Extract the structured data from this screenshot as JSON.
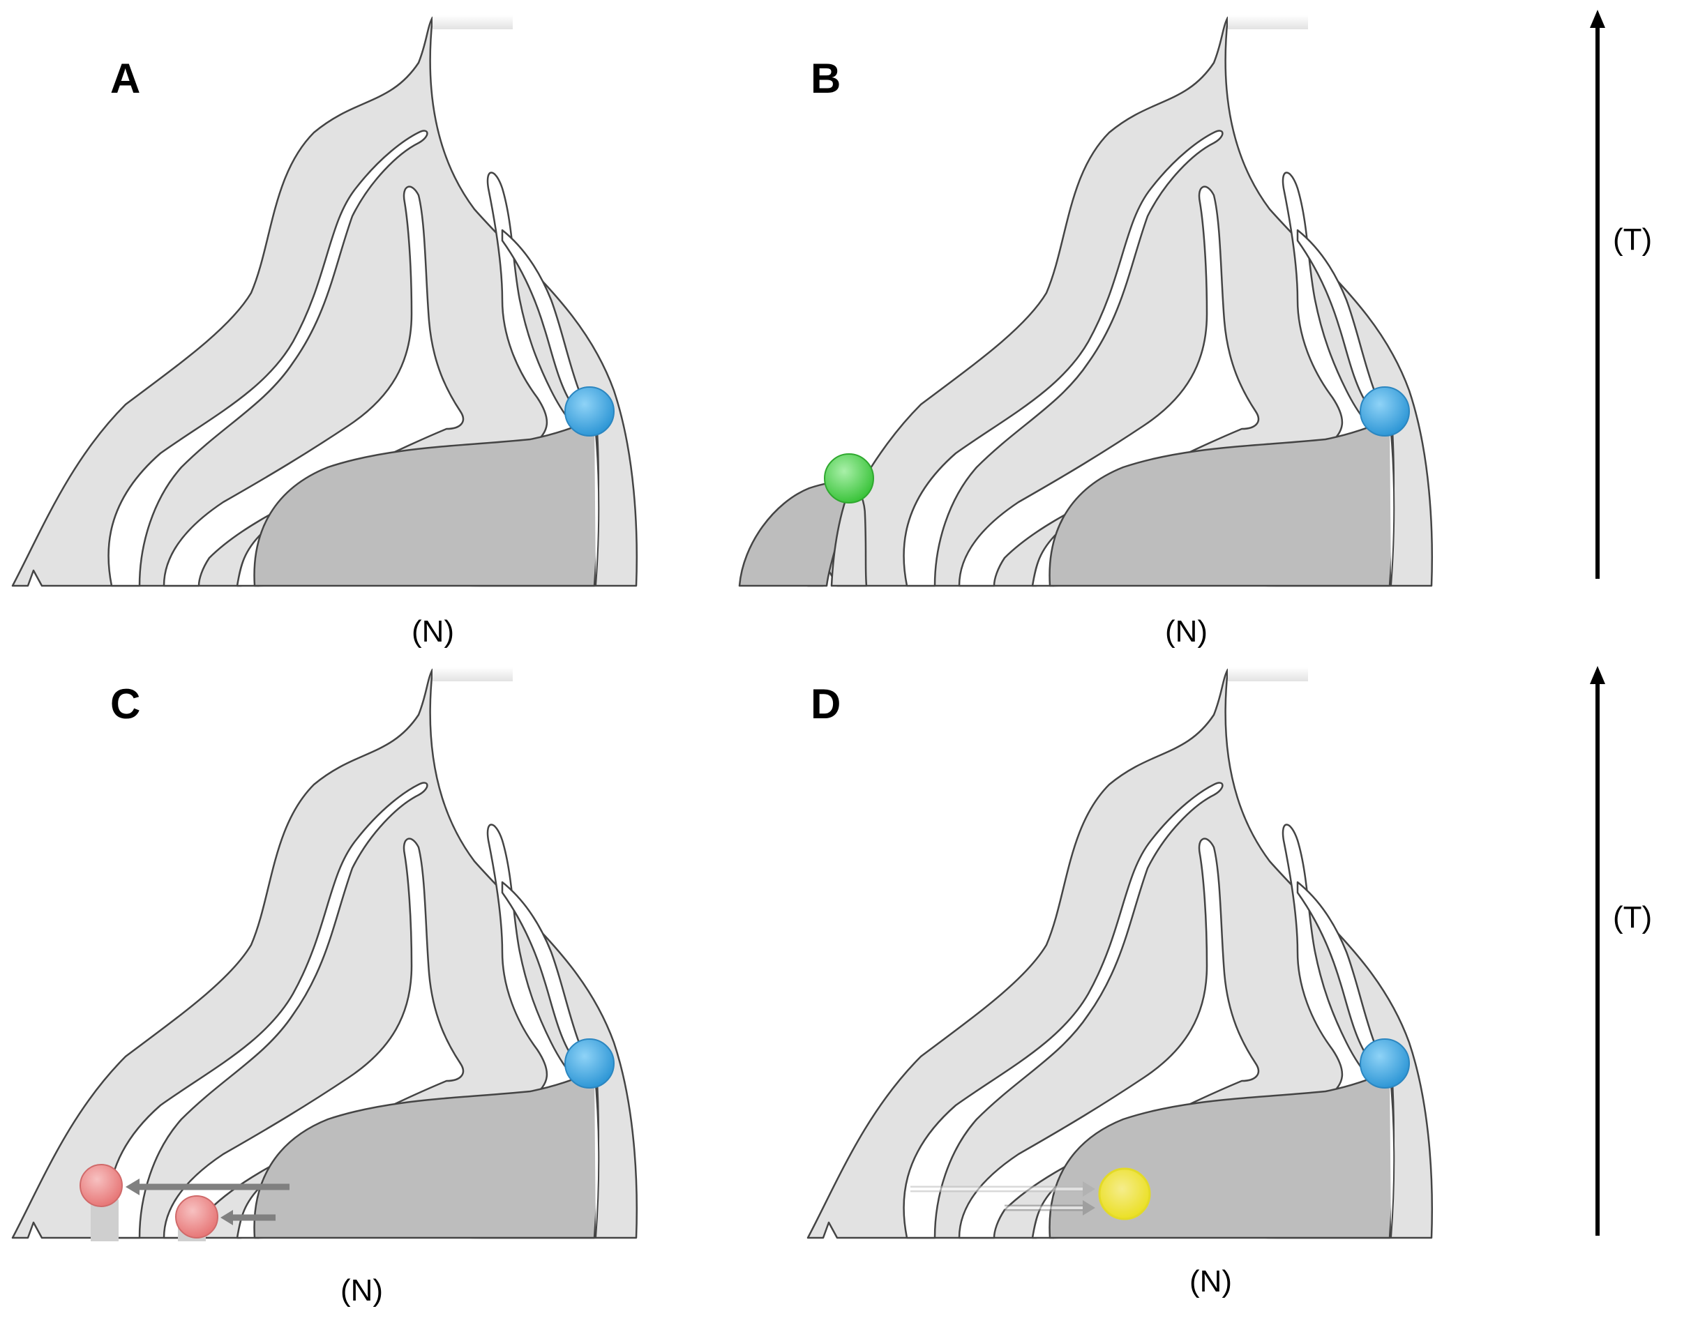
{
  "panels": [
    {
      "id": "A",
      "letter": "A",
      "bottom_label": "(N)",
      "markers": [
        "blue"
      ]
    },
    {
      "id": "B",
      "letter": "B",
      "bottom_label": "(N)",
      "markers": [
        "blue",
        "green"
      ]
    },
    {
      "id": "C",
      "letter": "C",
      "bottom_label": "(N)",
      "markers": [
        "blue",
        "red",
        "red"
      ]
    },
    {
      "id": "D",
      "letter": "D",
      "bottom_label": "(N)",
      "markers": [
        "blue",
        "yellow"
      ]
    }
  ],
  "time_axes": [
    {
      "label": "(T)"
    },
    {
      "label": "(T)"
    }
  ],
  "colors": {
    "blue": "#3aa4e0",
    "green": "#4cd34c",
    "red": "#ef8a8a",
    "yellow": "#f4ea2a",
    "tree_light": "#e2e2e2",
    "tree_dark": "#bdbdbd"
  }
}
